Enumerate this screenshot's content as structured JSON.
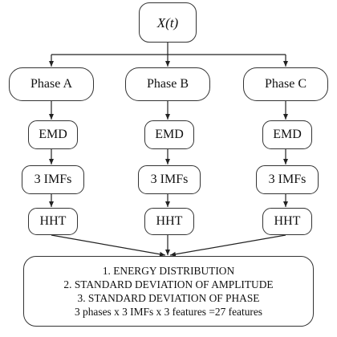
{
  "diagram": {
    "start_label": "X(t)",
    "columns": [
      {
        "phase": "Phase A",
        "decomposition": "EMD",
        "modes": "3 IMFs",
        "transform": "HHT"
      },
      {
        "phase": "Phase B",
        "decomposition": "EMD",
        "modes": "3 IMFs",
        "transform": "HHT"
      },
      {
        "phase": "Phase C",
        "decomposition": "EMD",
        "modes": "3 IMFs",
        "transform": "HHT"
      }
    ],
    "features": {
      "lines": [
        "1. ENERGY DISTRIBUTION",
        "2. STANDARD DEVIATION OF AMPLITUDE",
        "3. STANDARD DEVIATION OF PHASE",
        "3 phases x 3 IMFs x 3 features =27 features"
      ]
    }
  }
}
